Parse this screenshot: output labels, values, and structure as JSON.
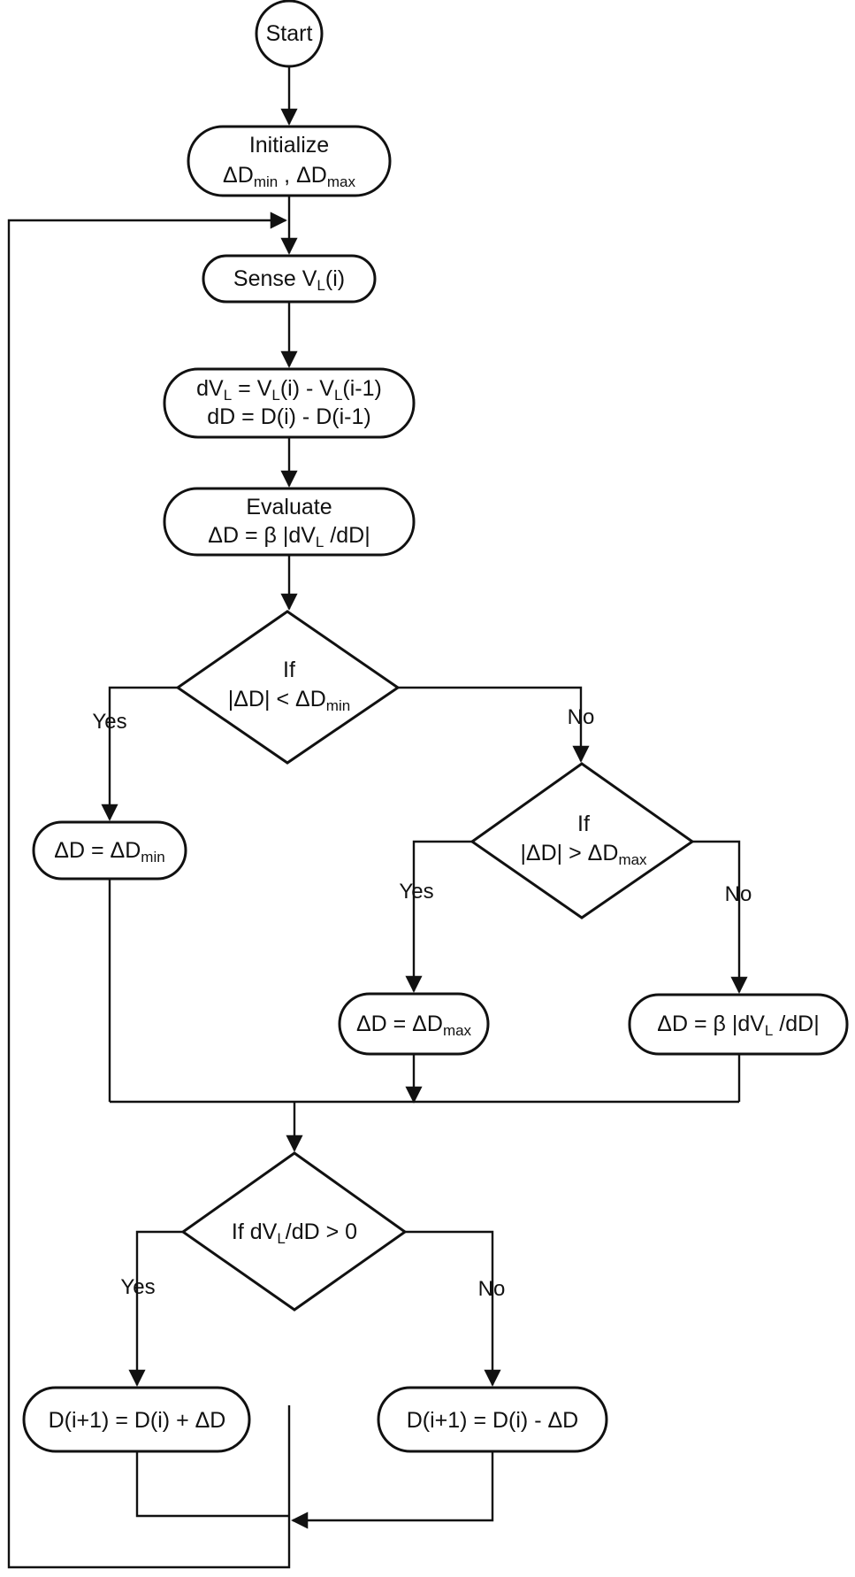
{
  "diagram": {
    "nodes": {
      "start": {
        "line1": {
          "text": "Start"
        }
      },
      "init": {
        "line1": {
          "text": "Initialize"
        },
        "line2": {
          "a": "ΔD",
          "a_sub": "min",
          "sep": " , ",
          "b": "ΔD",
          "b_sub": "max"
        }
      },
      "sense": {
        "line1": {
          "a": "Sense V",
          "a_sub": "L",
          "b": "(i)"
        }
      },
      "diff": {
        "line1": {
          "a": "dV",
          "a_sub": "L",
          "b": " = V",
          "b_sub": "L",
          "c": "(i) - V",
          "c_sub": "L",
          "d": "(i-1)"
        },
        "line2": {
          "text": "dD = D(i) - D(i-1)"
        }
      },
      "evaluate": {
        "line1": {
          "text": "Evaluate"
        },
        "line2": {
          "a": "ΔD = β |dV",
          "a_sub": "L",
          "b": " /dD|"
        }
      },
      "dec1": {
        "line1": {
          "text": "If"
        },
        "line2": {
          "a": "|ΔD| < ΔD",
          "a_sub": "min"
        }
      },
      "set_min": {
        "line1": {
          "a": "ΔD = ΔD",
          "a_sub": "min"
        }
      },
      "dec2": {
        "line1": {
          "text": "If"
        },
        "line2": {
          "a": "|ΔD| > ΔD",
          "a_sub": "max"
        }
      },
      "set_max": {
        "line1": {
          "a": "ΔD = ΔD",
          "a_sub": "max"
        }
      },
      "set_beta": {
        "line1": {
          "a": "ΔD = β |dV",
          "a_sub": "L",
          "b": " /dD|"
        }
      },
      "dec3": {
        "line1": {
          "a": "If dV",
          "a_sub": "L",
          "b": "/dD > 0"
        }
      },
      "inc": {
        "line1": {
          "text": "D(i+1) = D(i) + ΔD"
        }
      },
      "dec": {
        "line1": {
          "text": "D(i+1) = D(i) - ΔD"
        }
      }
    },
    "edge_labels": {
      "dec1_yes": "Yes",
      "dec1_no": "No",
      "dec2_yes": "Yes",
      "dec2_no": "No",
      "dec3_yes": "Yes",
      "dec3_no": "No"
    }
  }
}
